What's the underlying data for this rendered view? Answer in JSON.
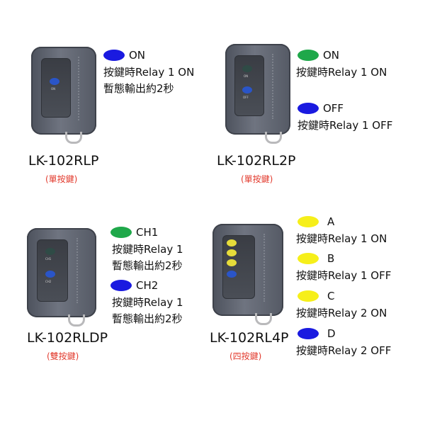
{
  "colors": {
    "blue": "#1a1ae0",
    "green": "#1fa84a",
    "yellow": "#f6ef1a",
    "red": "#e23b2e"
  },
  "remote1": {
    "model": "LK-102RLP",
    "tag": "(單按鍵)",
    "button_label": "ON",
    "legend": [
      {
        "dot": "blue",
        "title": "ON",
        "line1": "按鍵時Relay 1 ON",
        "line2": "暫態輸出約2秒"
      }
    ]
  },
  "remote2": {
    "model": "LK-102RL2P",
    "tag": "(單按鍵)",
    "button_labels": [
      "ON",
      "OFF"
    ],
    "legend": [
      {
        "dot": "green",
        "title": "ON",
        "line1": "按鍵時Relay 1 ON"
      },
      {
        "dot": "blue",
        "title": "OFF",
        "line1": "按鍵時Relay 1 OFF"
      }
    ]
  },
  "remote3": {
    "model": "LK-102RLDP",
    "tag": "(雙按鍵)",
    "button_labels": [
      "CH1",
      "CH2"
    ],
    "legend": [
      {
        "dot": "green",
        "title": "CH1",
        "line1": "按鍵時Relay 1",
        "line2": "暫態輸出約2秒"
      },
      {
        "dot": "blue",
        "title": "CH2",
        "line1": "按鍵時Relay 1",
        "line2": "暫態輸出約2秒"
      }
    ]
  },
  "remote4": {
    "model": "LK-102RL4P",
    "tag": "(四按鍵)",
    "legend": [
      {
        "dot": "yellow",
        "title": "A",
        "line1": "按鍵時Relay 1  ON"
      },
      {
        "dot": "yellow",
        "title": "B",
        "line1": "按鍵時Relay 1  OFF"
      },
      {
        "dot": "yellow",
        "title": "C",
        "line1": "按鍵時Relay 2  ON"
      },
      {
        "dot": "blue",
        "title": "D",
        "line1": "按鍵時Relay 2  OFF"
      }
    ]
  }
}
